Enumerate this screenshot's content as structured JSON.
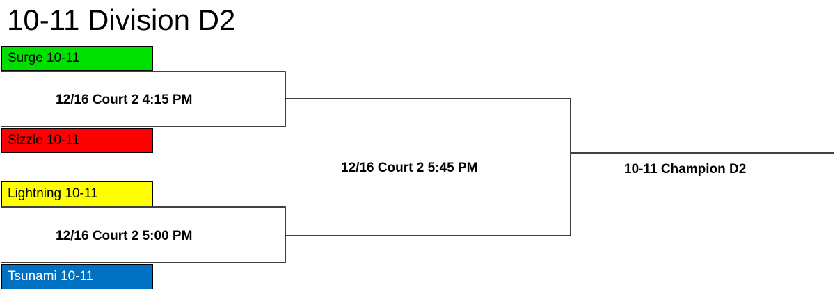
{
  "title": "10-11 Division D2",
  "teams": [
    {
      "name": "Surge 10-11",
      "color": "#00e000",
      "text_color": "#000000"
    },
    {
      "name": "Sizzle 10-11",
      "color": "#ff0000",
      "text_color": "#000000"
    },
    {
      "name": "Lightning 10-11",
      "color": "#ffff00",
      "text_color": "#000000"
    },
    {
      "name": "Tsunami 10-11",
      "color": "#0070c0",
      "text_color": "#ffffff"
    }
  ],
  "games": {
    "semi1": "12/16 Court 2 4:15 PM",
    "semi2": "12/16 Court 2 5:00 PM",
    "final": "12/16 Court 2 5:45 PM"
  },
  "champion": "10-11 Champion D2"
}
